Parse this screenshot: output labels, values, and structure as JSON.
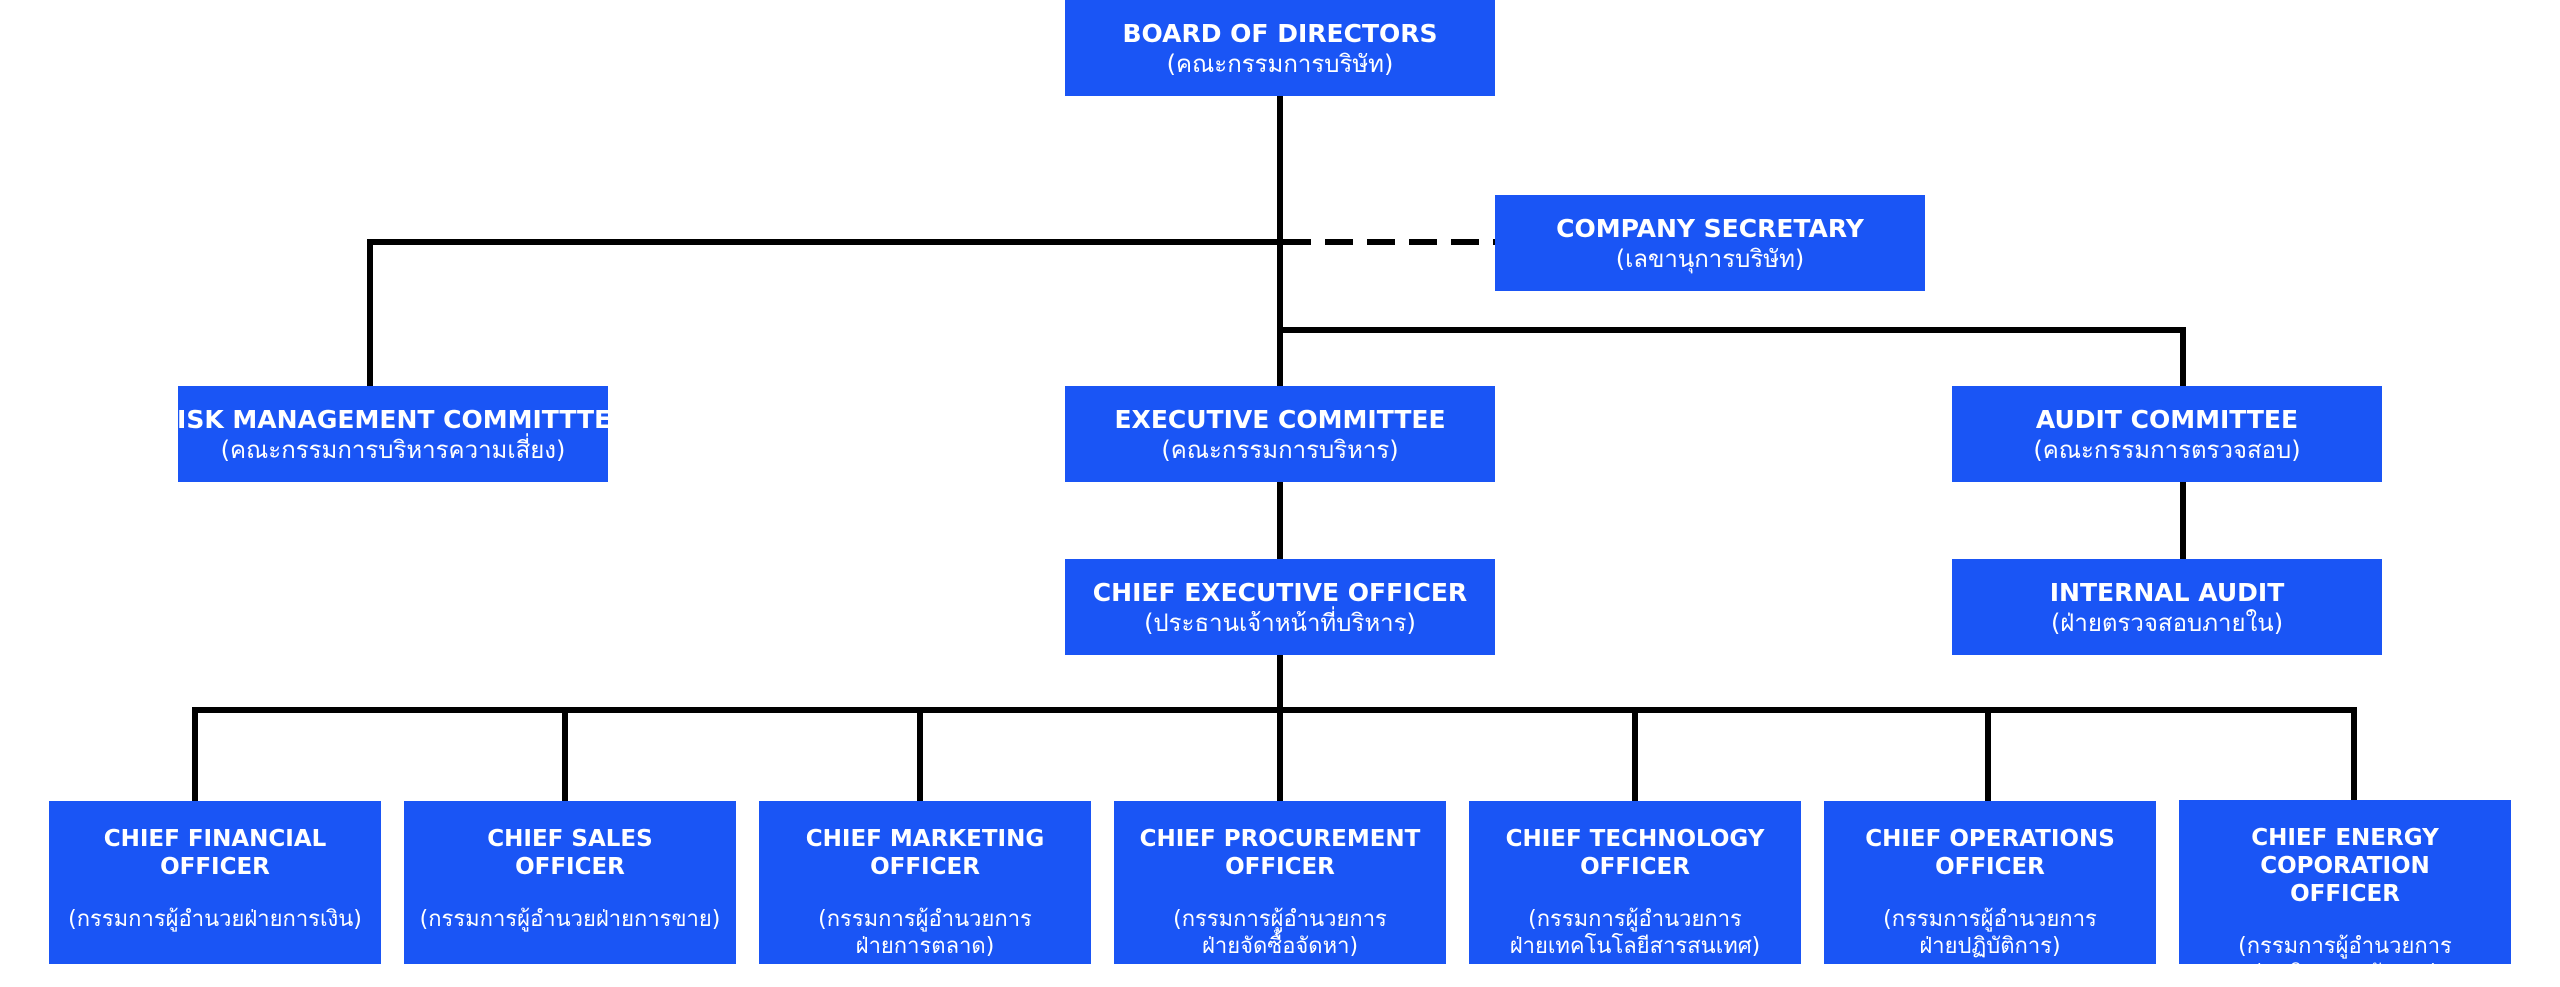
{
  "board": {
    "en": "BOARD OF DIRECTORS",
    "th": "(คณะกรรมการบริษัท)"
  },
  "secretary": {
    "en": "COMPANY SECRETARY",
    "th": "(เลขานุการบริษัท)"
  },
  "risk": {
    "en": "RISK MANAGEMENT COMMITTTEE",
    "th": "(คณะกรรมการบริหารความเสี่ยง)"
  },
  "executive": {
    "en": "EXECUTIVE COMMITTEE",
    "th": "(คณะกรรมการบริหาร)"
  },
  "audit": {
    "en": "AUDIT COMMITTEE",
    "th": "(คณะกรรมการตรวจสอบ)"
  },
  "ceo": {
    "en": "CHIEF EXECUTIVE OFFICER",
    "th": "(ประธานเจ้าหน้าที่บริหาร)"
  },
  "internal_audit": {
    "en": "INTERNAL AUDIT",
    "th": "(ฝ่ายตรวจสอบภายใน)"
  },
  "officers": [
    {
      "en": "CHIEF FINANCIAL\nOFFICER",
      "th": "(กรรมการผู้อำนวยฝ่ายการเงิน)"
    },
    {
      "en": "CHIEF SALES\nOFFICER",
      "th": "(กรรมการผู้อำนวยฝ่ายการขาย)"
    },
    {
      "en": "CHIEF MARKETING\nOFFICER",
      "th": "(กรรมการผู้อำนวยการ\nฝ่ายการตลาด)"
    },
    {
      "en": "CHIEF PROCUREMENT\nOFFICER",
      "th": "(กรรมการผู้อำนวยการ\nฝ่ายจัดซื้อจัดหา)"
    },
    {
      "en": "CHIEF TECHNOLOGY\nOFFICER",
      "th": "(กรรมการผู้อำนวยการ\nฝ่ายเทคโนโลยีสารสนเทศ)"
    },
    {
      "en": "CHIEF OPERATIONS\nOFFICER",
      "th": "(กรรมการผู้อำนวยการ\nฝ่ายปฏิบัติการ)"
    },
    {
      "en": "CHIEF ENERGY COPORATION\nOFFICER",
      "th": "(กรรมการผู้อำนวยการ\nฝ่ายกิจการพลังงาน)"
    }
  ],
  "colors": {
    "box": "#1a55f5",
    "line": "#000000",
    "text": "#ffffff"
  }
}
